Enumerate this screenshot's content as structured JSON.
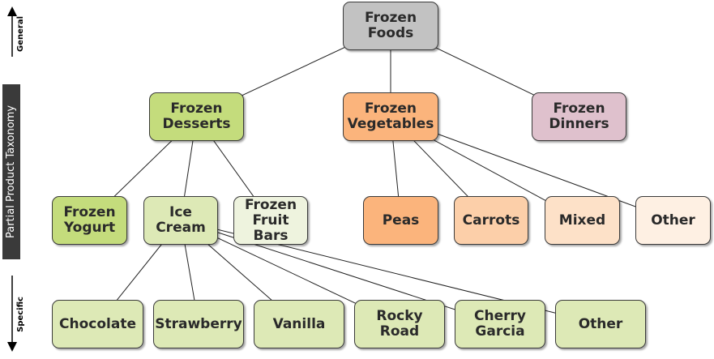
{
  "axis": {
    "title": "Partial Product Taxonomy",
    "top_label": "General",
    "bottom_label": "Specific"
  },
  "nodes": [
    {
      "id": "foods",
      "label": "Frozen\nFoods",
      "color": "#c2c2c2"
    },
    {
      "id": "desserts",
      "label": "Frozen\nDesserts",
      "color": "#c4dc7c"
    },
    {
      "id": "vegetables",
      "label": "Frozen\nVegetables",
      "color": "#fbb47c"
    },
    {
      "id": "dinners",
      "label": "Frozen\nDinners",
      "color": "#dfc1cd"
    },
    {
      "id": "yogurt",
      "label": "Frozen\nYogurt",
      "color": "#c4dc7c"
    },
    {
      "id": "icecream",
      "label": "Ice\nCream",
      "color": "#dde9b6"
    },
    {
      "id": "fruitbars",
      "label": "Frozen\nFruit Bars",
      "color": "#eef3de"
    },
    {
      "id": "peas",
      "label": "Peas",
      "color": "#fbb47c"
    },
    {
      "id": "carrots",
      "label": "Carrots",
      "color": "#fccfa9"
    },
    {
      "id": "mixed",
      "label": "Mixed",
      "color": "#fde1c8"
    },
    {
      "id": "vegother",
      "label": "Other",
      "color": "#fef0e3"
    },
    {
      "id": "chocolate",
      "label": "Chocolate",
      "color": "#dde9b6"
    },
    {
      "id": "strawberry",
      "label": "Strawberry",
      "color": "#dde9b6"
    },
    {
      "id": "vanilla",
      "label": "Vanilla",
      "color": "#dde9b6"
    },
    {
      "id": "rockyroad",
      "label": "Rocky\nRoad",
      "color": "#dde9b6"
    },
    {
      "id": "cherrygarcia",
      "label": "Cherry\nGarcia",
      "color": "#dde9b6"
    },
    {
      "id": "icother",
      "label": "Other",
      "color": "#dde9b6"
    }
  ],
  "edges": [
    [
      "foods",
      "desserts"
    ],
    [
      "foods",
      "vegetables"
    ],
    [
      "foods",
      "dinners"
    ],
    [
      "desserts",
      "yogurt"
    ],
    [
      "desserts",
      "icecream"
    ],
    [
      "desserts",
      "fruitbars"
    ],
    [
      "vegetables",
      "peas"
    ],
    [
      "vegetables",
      "carrots"
    ],
    [
      "vegetables",
      "mixed"
    ],
    [
      "vegetables",
      "vegother"
    ],
    [
      "icecream",
      "chocolate"
    ],
    [
      "icecream",
      "strawberry"
    ],
    [
      "icecream",
      "vanilla"
    ],
    [
      "icecream",
      "rockyroad"
    ],
    [
      "icecream",
      "cherrygarcia"
    ],
    [
      "icecream",
      "icother"
    ]
  ]
}
